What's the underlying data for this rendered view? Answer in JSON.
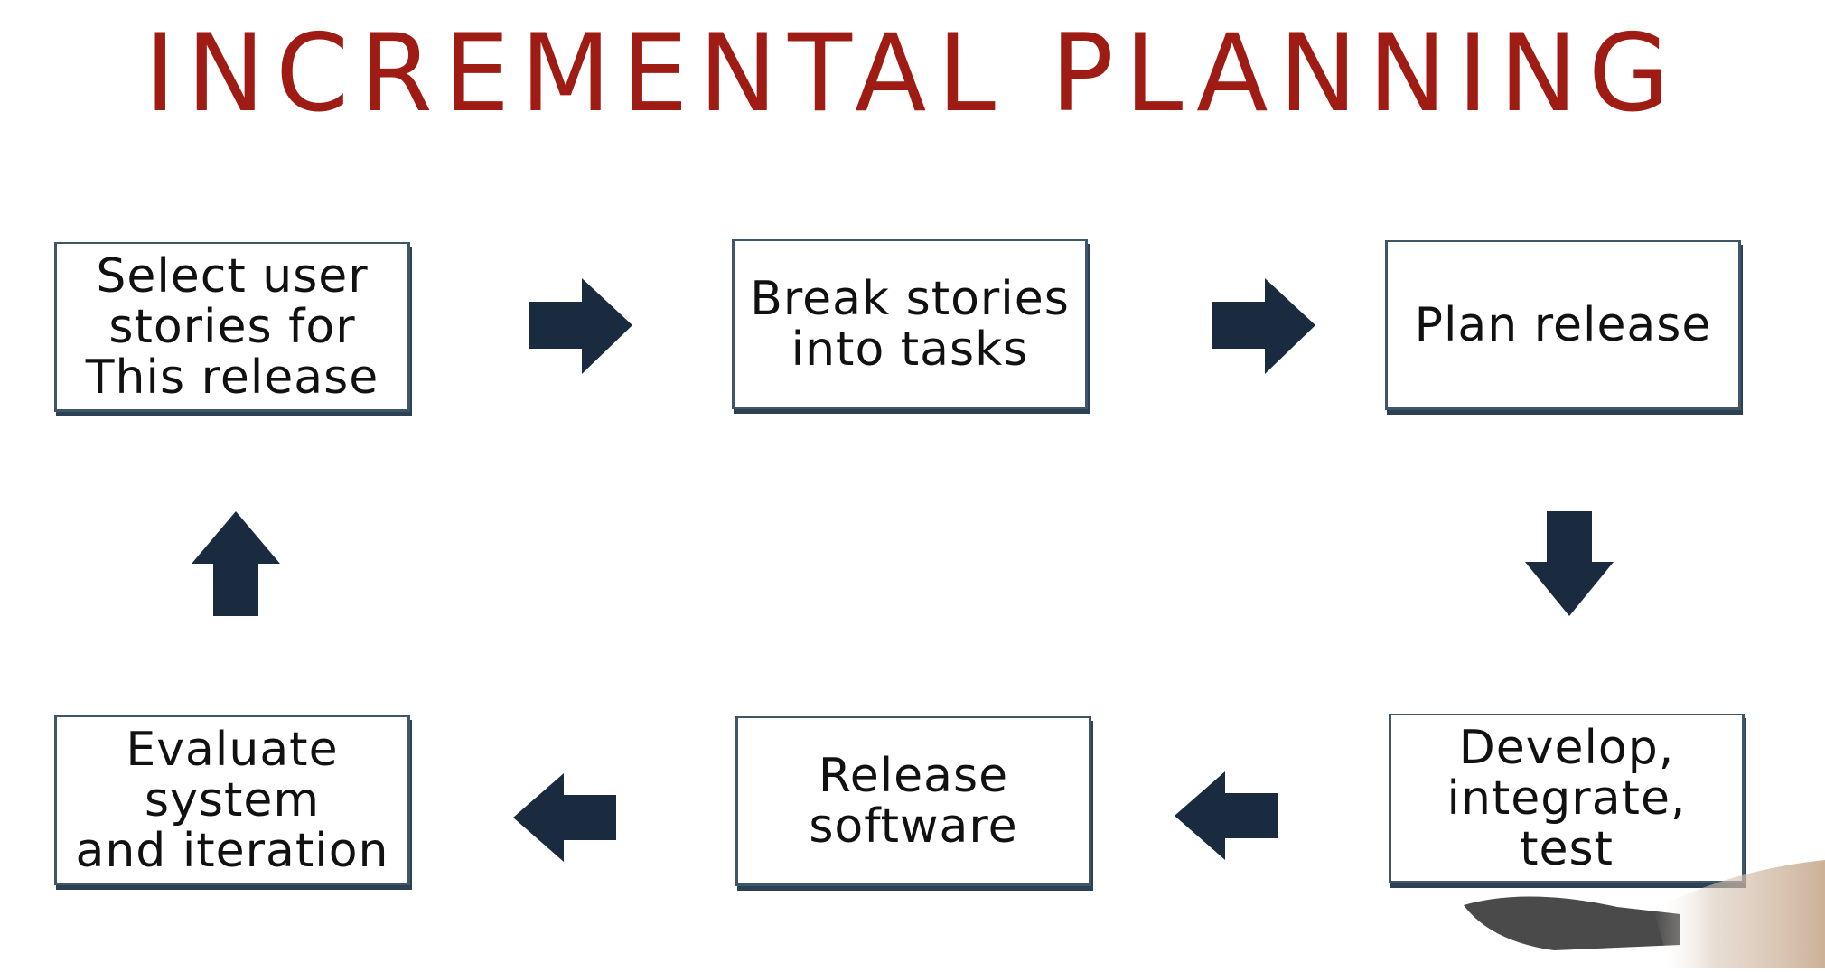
{
  "title": "INCREMENTAL PLANNING",
  "steps": [
    {
      "label": "Select user\nstories for\nThis release"
    },
    {
      "label": "Break stories\ninto tasks"
    },
    {
      "label": "Plan release"
    },
    {
      "label": "Develop,\nintegrate, test"
    },
    {
      "label": "Release\nsoftware"
    },
    {
      "label": "Evaluate system\nand iteration"
    }
  ],
  "colors": {
    "title": "#9e1c14",
    "box_border": "#3f5568",
    "arrow": "#1b2b3f",
    "text": "#111111"
  },
  "icons": {
    "arrow_right": "arrow-right-icon",
    "arrow_down": "arrow-down-icon",
    "arrow_left": "arrow-left-icon",
    "arrow_up": "arrow-up-icon"
  }
}
